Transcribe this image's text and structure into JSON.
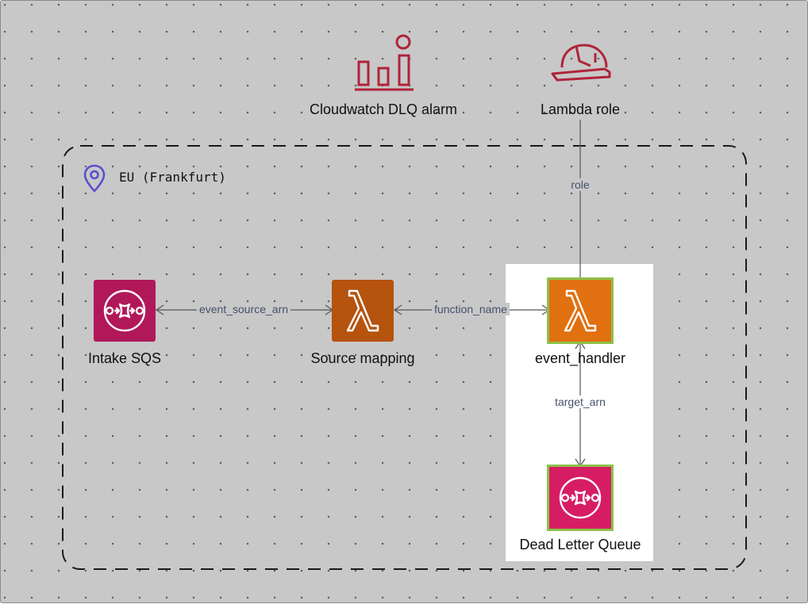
{
  "region": {
    "label": "EU (Frankfurt)"
  },
  "nodes": {
    "cloudwatch": {
      "label": "Cloudwatch DLQ alarm",
      "icon": "cloudwatch-alarm-icon",
      "color": "#b0233a"
    },
    "lambda_role": {
      "label": "Lambda role",
      "icon": "iam-role-helmet-icon",
      "color": "#b0233a"
    },
    "intake_sqs": {
      "label": "Intake SQS",
      "icon": "sqs-queue-icon",
      "color": "#b0185a"
    },
    "source_mapping": {
      "label": "Source mapping",
      "icon": "lambda-icon",
      "color": "#b5530f"
    },
    "event_handler": {
      "label": "event_handler",
      "icon": "lambda-icon",
      "color": "#e07010",
      "border": "#8ec14a"
    },
    "dead_letter_queue": {
      "label": "Dead Letter Queue",
      "icon": "sqs-queue-icon",
      "color": "#d61d63",
      "border": "#8ec14a"
    }
  },
  "edges": {
    "event_source_arn": "event_source_arn",
    "function_name": "function_name",
    "role": "role",
    "target_arn": "target_arn"
  }
}
